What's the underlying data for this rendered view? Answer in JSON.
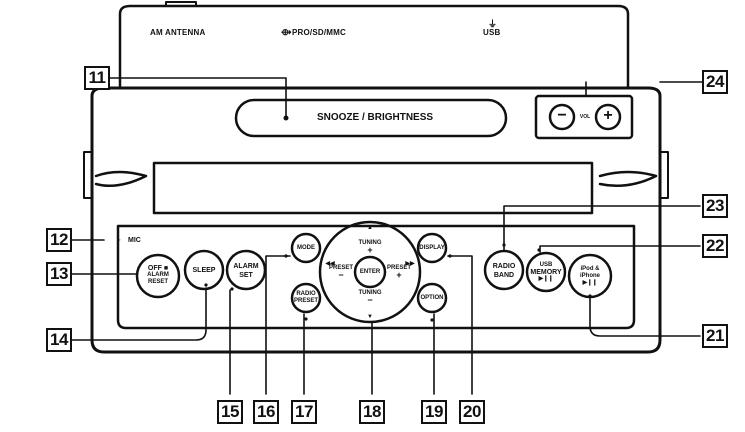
{
  "top_ports": {
    "am_antenna": "AM ANTENNA",
    "pro_sd_mmc": "PRO/SD/MMC",
    "usb": "USB"
  },
  "snooze_bar": {
    "label": "SNOOZE / BRIGHTNESS"
  },
  "volume": {
    "minus": "−",
    "label": "VOL",
    "plus": "+"
  },
  "mic": {
    "label": "MIC"
  },
  "buttons": {
    "off": {
      "line1": "OFF ■",
      "line2": "ALARM",
      "line3": "RESET"
    },
    "sleep": {
      "label": "SLEEP"
    },
    "alarm_set": {
      "line1": "ALARM",
      "line2": "SET"
    },
    "mode": {
      "label": "MODE"
    },
    "radio_preset": {
      "line1": "RADIO",
      "line2": "PRESET"
    },
    "dpad": {
      "up": "TUNING",
      "up_sign": "+",
      "left": "PRESET",
      "left_sign": "−",
      "center": "ENTER",
      "right": "PRESET",
      "right_sign": "+",
      "down": "TUNING",
      "down_sign": "−"
    },
    "display": {
      "label": "DISPLAY"
    },
    "option": {
      "label": "OPTION"
    },
    "radio_band": {
      "line1": "RADIO",
      "line2": "BAND"
    },
    "usb_memory": {
      "line1": "USB",
      "line2": "MEMORY",
      "line3": "▶❙❙"
    },
    "ipod": {
      "line1": "iPod &",
      "line2": "iPhone",
      "line3": "▶❙❙"
    }
  },
  "callouts": [
    "11",
    "12",
    "13",
    "14",
    "15",
    "16",
    "17",
    "18",
    "19",
    "20",
    "21",
    "22",
    "23",
    "24"
  ]
}
